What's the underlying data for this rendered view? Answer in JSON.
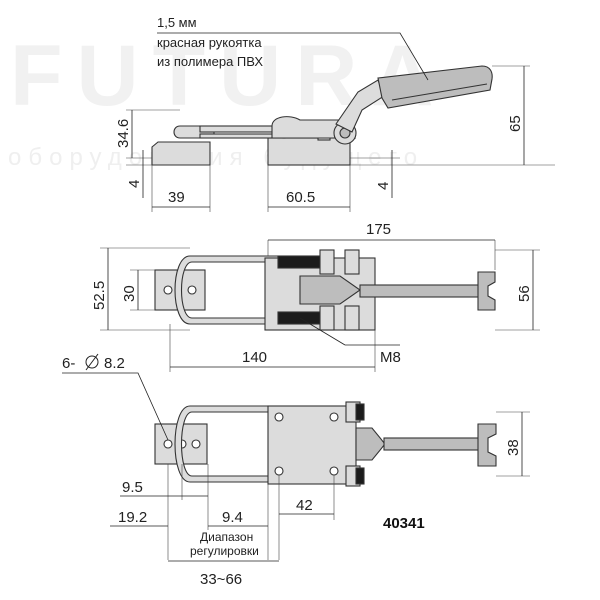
{
  "watermark": {
    "brand": "FUTURA",
    "tagline": "оборудования будущего"
  },
  "notes": {
    "thickness": "1,5 мм",
    "handle_line1": "красная рукоятка",
    "handle_line2": "из полимера ПВХ"
  },
  "dimensions": {
    "side_height": "34.6",
    "side_base_left": "4",
    "side_base_right": "4",
    "side_width_left": "39",
    "side_width_right": "60.5",
    "total_height": "65",
    "top_length": "175",
    "top_width_outer": "52.5",
    "top_width_inner": "30",
    "top_width_right": "56",
    "top_length_base": "140",
    "bolt": "M8",
    "holes": "6-",
    "hole_diameter": "8.2",
    "bottom_height": "38",
    "bottom_offset": "9.5",
    "bottom_left": "19.2",
    "bottom_mid": "9.4",
    "bottom_right": "42",
    "adjust_range_label_1": "Диапазон",
    "adjust_range_label_2": "регулировки",
    "adjust_range": "33~66"
  },
  "part_code": "40341",
  "colors": {
    "handle": "#bdbdbd",
    "metal": "#dcdcdc",
    "bolt": "#1c1c1c"
  },
  "icons": {
    "diameter": "diameter-icon"
  }
}
